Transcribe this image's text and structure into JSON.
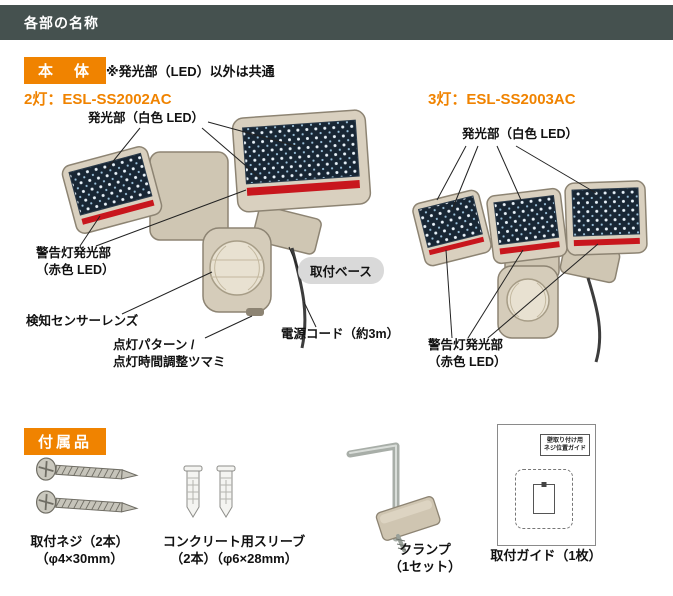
{
  "header": {
    "title": "各部の名称"
  },
  "colors": {
    "accent_orange": "#f08300",
    "header_bar": "#45514f",
    "warning_red": "#c8161d",
    "product_beige": "#d5ccba"
  },
  "body_section": {
    "badge_label": "本　体",
    "note": "※発光部（LED）以外は共通",
    "model_2light": "2灯：ESL-SS2002AC",
    "model_3light": "3灯：ESL-SS2003AC",
    "labels_2light": {
      "led_white": "発光部（白色 LED）",
      "warning_led_line1": "警告灯発光部",
      "warning_led_line2": "（赤色 LED）",
      "sensor_lens": "検知センサーレンズ",
      "knob_line1": "点灯パターン /",
      "knob_line2": "点灯時間調整ツマミ",
      "mount_base": "取付ベース",
      "power_cord": "電源コード（約3m）"
    },
    "labels_3light": {
      "led_white": "発光部（白色 LED）",
      "warning_led_line1": "警告灯発光部",
      "warning_led_line2": "（赤色 LED）"
    }
  },
  "accessories_section": {
    "badge_label": "付属品",
    "items": [
      {
        "label_line1": "取付ネジ（2本）",
        "label_line2": "（φ4×30mm）"
      },
      {
        "label_line1": "コンクリート用スリーブ",
        "label_line2": "（2本）（φ6×28mm）"
      },
      {
        "label_line1": "クランプ",
        "label_line2": "（1セット）"
      },
      {
        "label_line1": "取付ガイド（1枚）"
      }
    ],
    "guide_sheet_text_line1": "壁取り付け用",
    "guide_sheet_text_line2": "ネジ位置ガイド"
  }
}
